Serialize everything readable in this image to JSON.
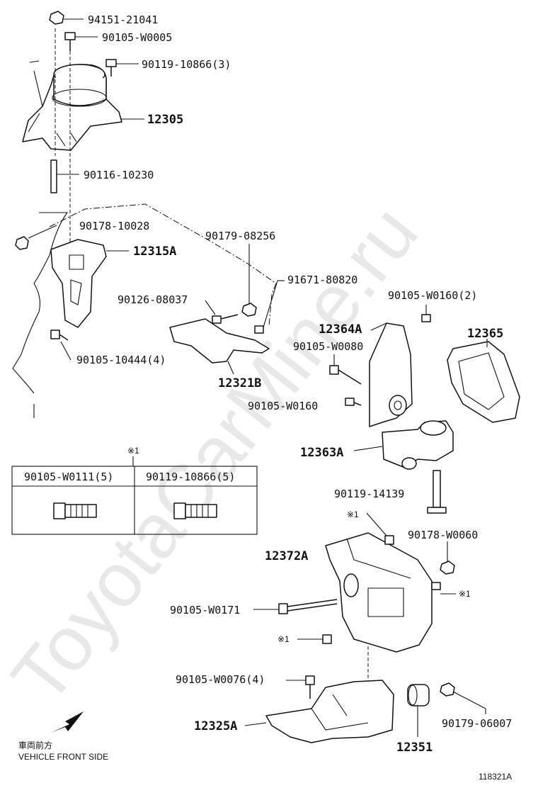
{
  "watermark": "ToyotaCarMine.ru",
  "callouts": {
    "p94151": "94151-21041",
    "p90105_W0005": "90105-W0005",
    "p90119_10866_3": "90119-10866(3)",
    "p12305": "12305",
    "p90116": "90116-10230",
    "p90178_10028": "90178-10028",
    "p12315A": "12315A",
    "p90179_08256": "90179-08256",
    "p91671": "91671-80820",
    "p90126": "90126-08037",
    "p90105_10444": "90105-10444(4)",
    "p12321B": "12321B",
    "p90105_W0160_2": "90105-W0160(2)",
    "p12364A": "12364A",
    "p12365": "12365",
    "p90105_W0080": "90105-W0080",
    "p90105_W0160": "90105-W0160",
    "p12363A": "12363A",
    "p90119_14139": "90119-14139",
    "p_note1a": "※1",
    "p90178_W0060": "90178-W0060",
    "p12372A": "12372A",
    "p_note1b": "※1",
    "p90105_W0171": "90105-W0171",
    "p_note1c": "※1",
    "p90105_W0076": "90105-W0076(4)",
    "p12325A": "12325A",
    "p90179_06007": "90179-06007",
    "p12351": "12351"
  },
  "table": {
    "note": "※1",
    "col1": "90105-W0111(5)",
    "col2": "90119-10866(5)"
  },
  "front": {
    "jp": "車両前方",
    "en": "VEHICLE FRONT SIDE"
  },
  "figure_id": "118321A"
}
